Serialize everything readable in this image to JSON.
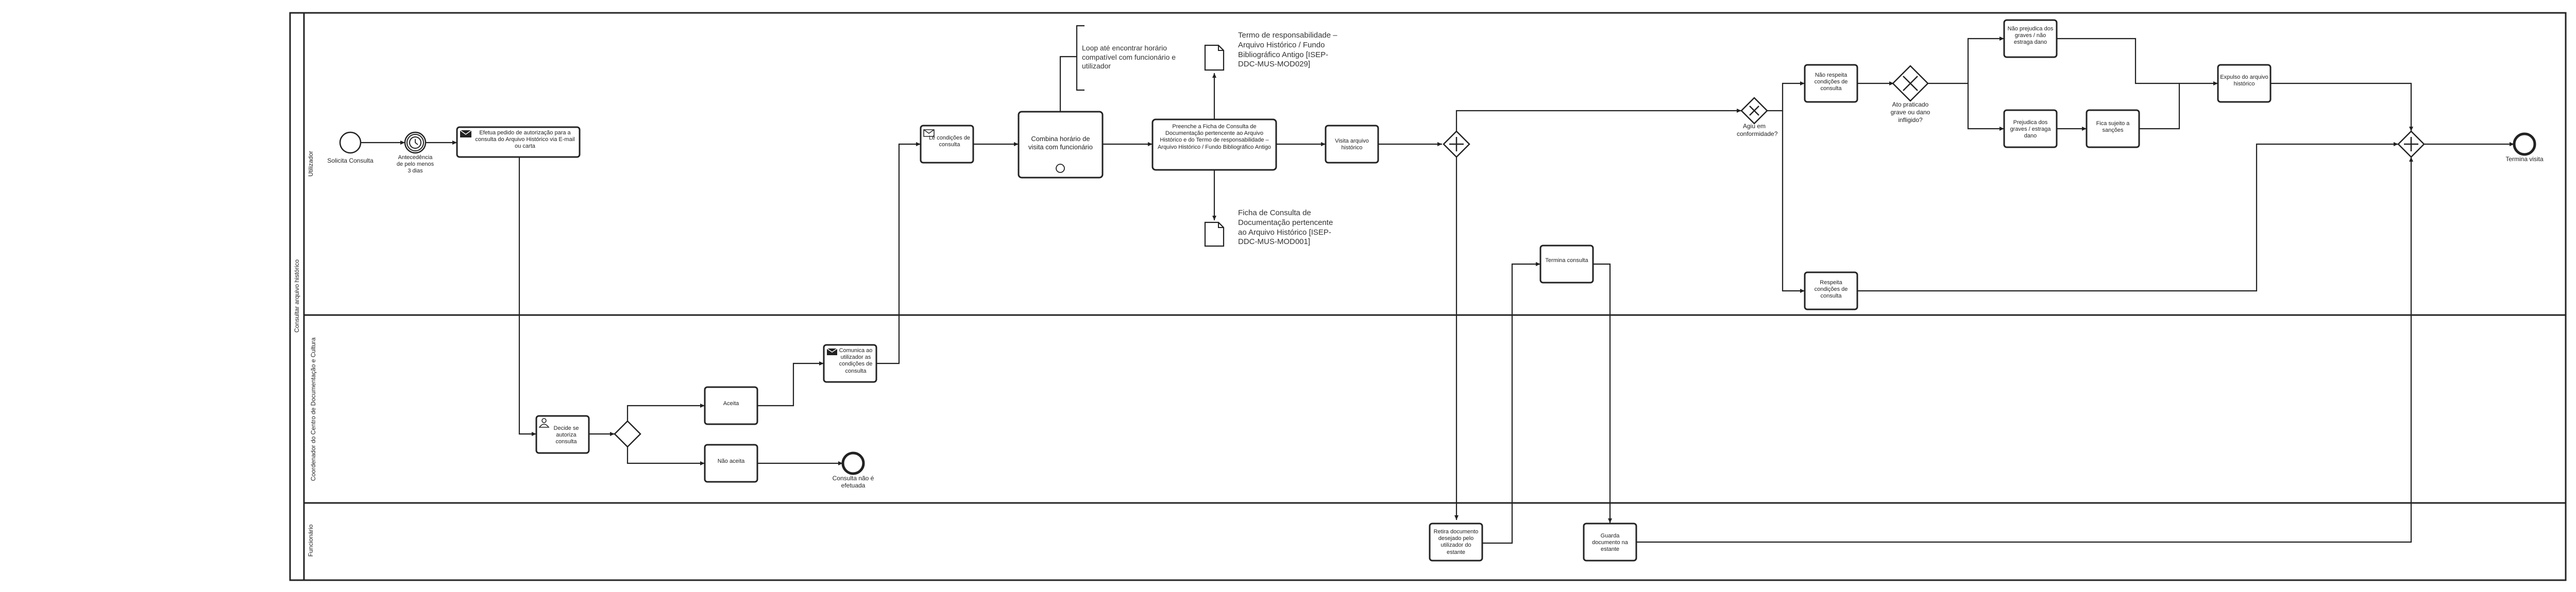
{
  "pool": {
    "label": "Consultar arquivo histórico"
  },
  "lanes": {
    "utilizador": "Utilizador",
    "coordenador": "Coordenador do Centro de Documentação e Cultura",
    "funcionario": "Funcionário"
  },
  "events": {
    "start": "Solicita Consulta",
    "timer": "Antecedência de pelo menos 3 dias",
    "end_refused": "Consulta não é efetuada",
    "end_visit": "Termina visita"
  },
  "tasks": {
    "pedido": "Efetua pedido de autorização para a consulta do Arquivo Histórico via E-mail ou carta",
    "decide": "Decide se autoriza consulta",
    "aceita": "Aceita",
    "nao_aceita": "Não aceita",
    "comunica": "Comunica ao utilizador as condições de consulta",
    "le": "Lê condições de consulta",
    "combina": "Combina horário de visita com funcionário",
    "preenche": "Preenche a Ficha de Consulta de Documentação pertencente ao Arquivo Histórico e do Termo de responsabilidade – Arquivo Histórico / Fundo Bibliográfico Antigo",
    "visita": "Visita arquivo histórico",
    "nao_respeita": "Não respeita condições de consulta",
    "respeita": "Respeita condições de consulta",
    "termina_consulta": "Termina consulta",
    "retira": "Retira documento desejado pelo utilizador do estante",
    "guarda": "Guarda documento na estante",
    "nao_prejudica": "Não prejudica dos graves / não estraga dano",
    "prejudica": "Prejudica dos graves / estraga dano",
    "fica_sujeito": "Fica sujeito a sanções",
    "expulso": "Expulso do arquivo histórico"
  },
  "gateways": {
    "conformidade": "Agiu em conformidade?",
    "grave": "Ato praticado grave ou dano infligido?"
  },
  "annotations": {
    "loop_note": "Loop até encontrar horário compatível com funcionário e utilizador",
    "termo": "Termo de responsabilidade – Arquivo Histórico / Fundo Bibliográfico Antigo [ISEP-DDC-MUS-MOD029]",
    "ficha": "Ficha de Consulta de Documentação pertencente ao Arquivo Histórico [ISEP-DDC-MUS-MOD001]"
  }
}
